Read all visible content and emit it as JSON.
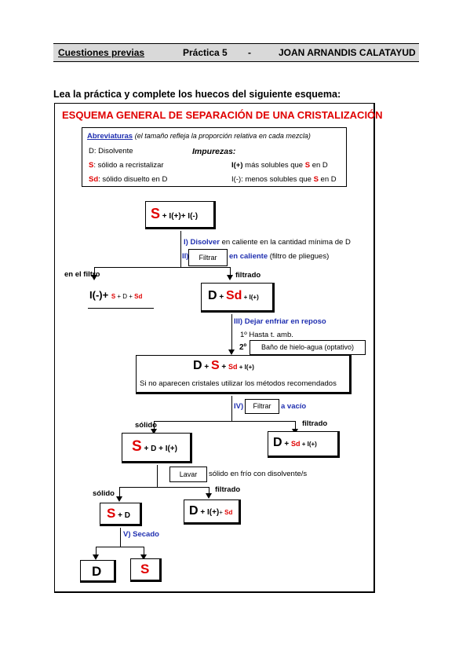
{
  "header": {
    "title": "Cuestiones previas",
    "practice": "Práctica 5",
    "dash": "-",
    "author": "JOAN ARNANDIS CALATAYUD"
  },
  "intro": "Lea la práctica y complete los huecos del siguiente esquema:",
  "panel_title": "ESQUEMA GENERAL DE SEPARACIÓN DE UNA CRISTALIZACIÓN",
  "legend": {
    "abbr_title": "Abreviaturas",
    "abbr_note": "(el tamaño refleja la proporción relativa en cada mezcla)",
    "d_def": "D: Disolvente",
    "s_sym": "S",
    "s_def": ": sólido a recristalizar",
    "sd_sym": "Sd",
    "sd_def": ": sólido disuelto en D",
    "imp_title": "Impurezas:",
    "iplus_sym": "I(+)",
    "iplus_def_a": " más solubles que ",
    "iplus_s": "S",
    "iplus_def_b": " en D",
    "iminus_sym": "I(-)",
    "iminus_def_a": ": menos solubles que ",
    "iminus_s": "S",
    "iminus_def_b": " en D"
  },
  "top_box": {
    "s": "S",
    "rest": " + I(+)+ I(-)"
  },
  "step1": {
    "num": "I)",
    "word": "Disolver",
    "rest": " en caliente en la cantidad mínima de D"
  },
  "step2": {
    "num": "II)",
    "fill": "Filtrar",
    "word": "en caliente",
    "rest": " (filtro de pliegues)"
  },
  "branch1": {
    "left_label": "en el filtro",
    "right_label": "filtrado"
  },
  "left_result": {
    "i": "I(-)+ ",
    "s": "S",
    "plus1": " + D + ",
    "sd": "Sd"
  },
  "d_sd_box": {
    "d": "D",
    "plus": " + ",
    "sd": "Sd",
    "rest": " + I(+)"
  },
  "step3": {
    "title": "III) Dejar enfriar en reposo",
    "line1": "1º Hasta t. amb.",
    "line2": "2º",
    "fill": "Baño de hielo-agua (optativo)"
  },
  "big_box": {
    "d": "D",
    "plus1": " + ",
    "s": "S",
    "plus2": " + ",
    "sd": "Sd",
    "rest": " + I(+)",
    "note": "Si no aparecen cristales utilizar los métodos recomendados"
  },
  "step4": {
    "num": "IV)",
    "fill": "Filtrar",
    "word": "a vacío"
  },
  "branch2": {
    "left_label": "sólido",
    "right_label": "filtrado"
  },
  "s_d_box": {
    "s": "S",
    "rest": " + D + I(+)"
  },
  "d_sd_box2": {
    "d": "D",
    "plus": " + ",
    "sd": "Sd",
    "rest": " + I(+)"
  },
  "wash": {
    "fill": "Lavar",
    "rest": "sólido en frío con disolvente/s"
  },
  "branch3": {
    "left_label": "sólido",
    "right_label": "filtrado"
  },
  "s_d_small": {
    "s": "S",
    "rest": " + D"
  },
  "d_iplus_box": {
    "d": "D",
    "rest": " + I(+)",
    "plus": "+ ",
    "sd": "Sd"
  },
  "step5": {
    "title": "V) Secado"
  },
  "final_d": "D",
  "final_s": "S",
  "colors": {
    "red": "#e00000",
    "blue": "#1f2fb0",
    "header_bg": "#d9d9d9"
  }
}
